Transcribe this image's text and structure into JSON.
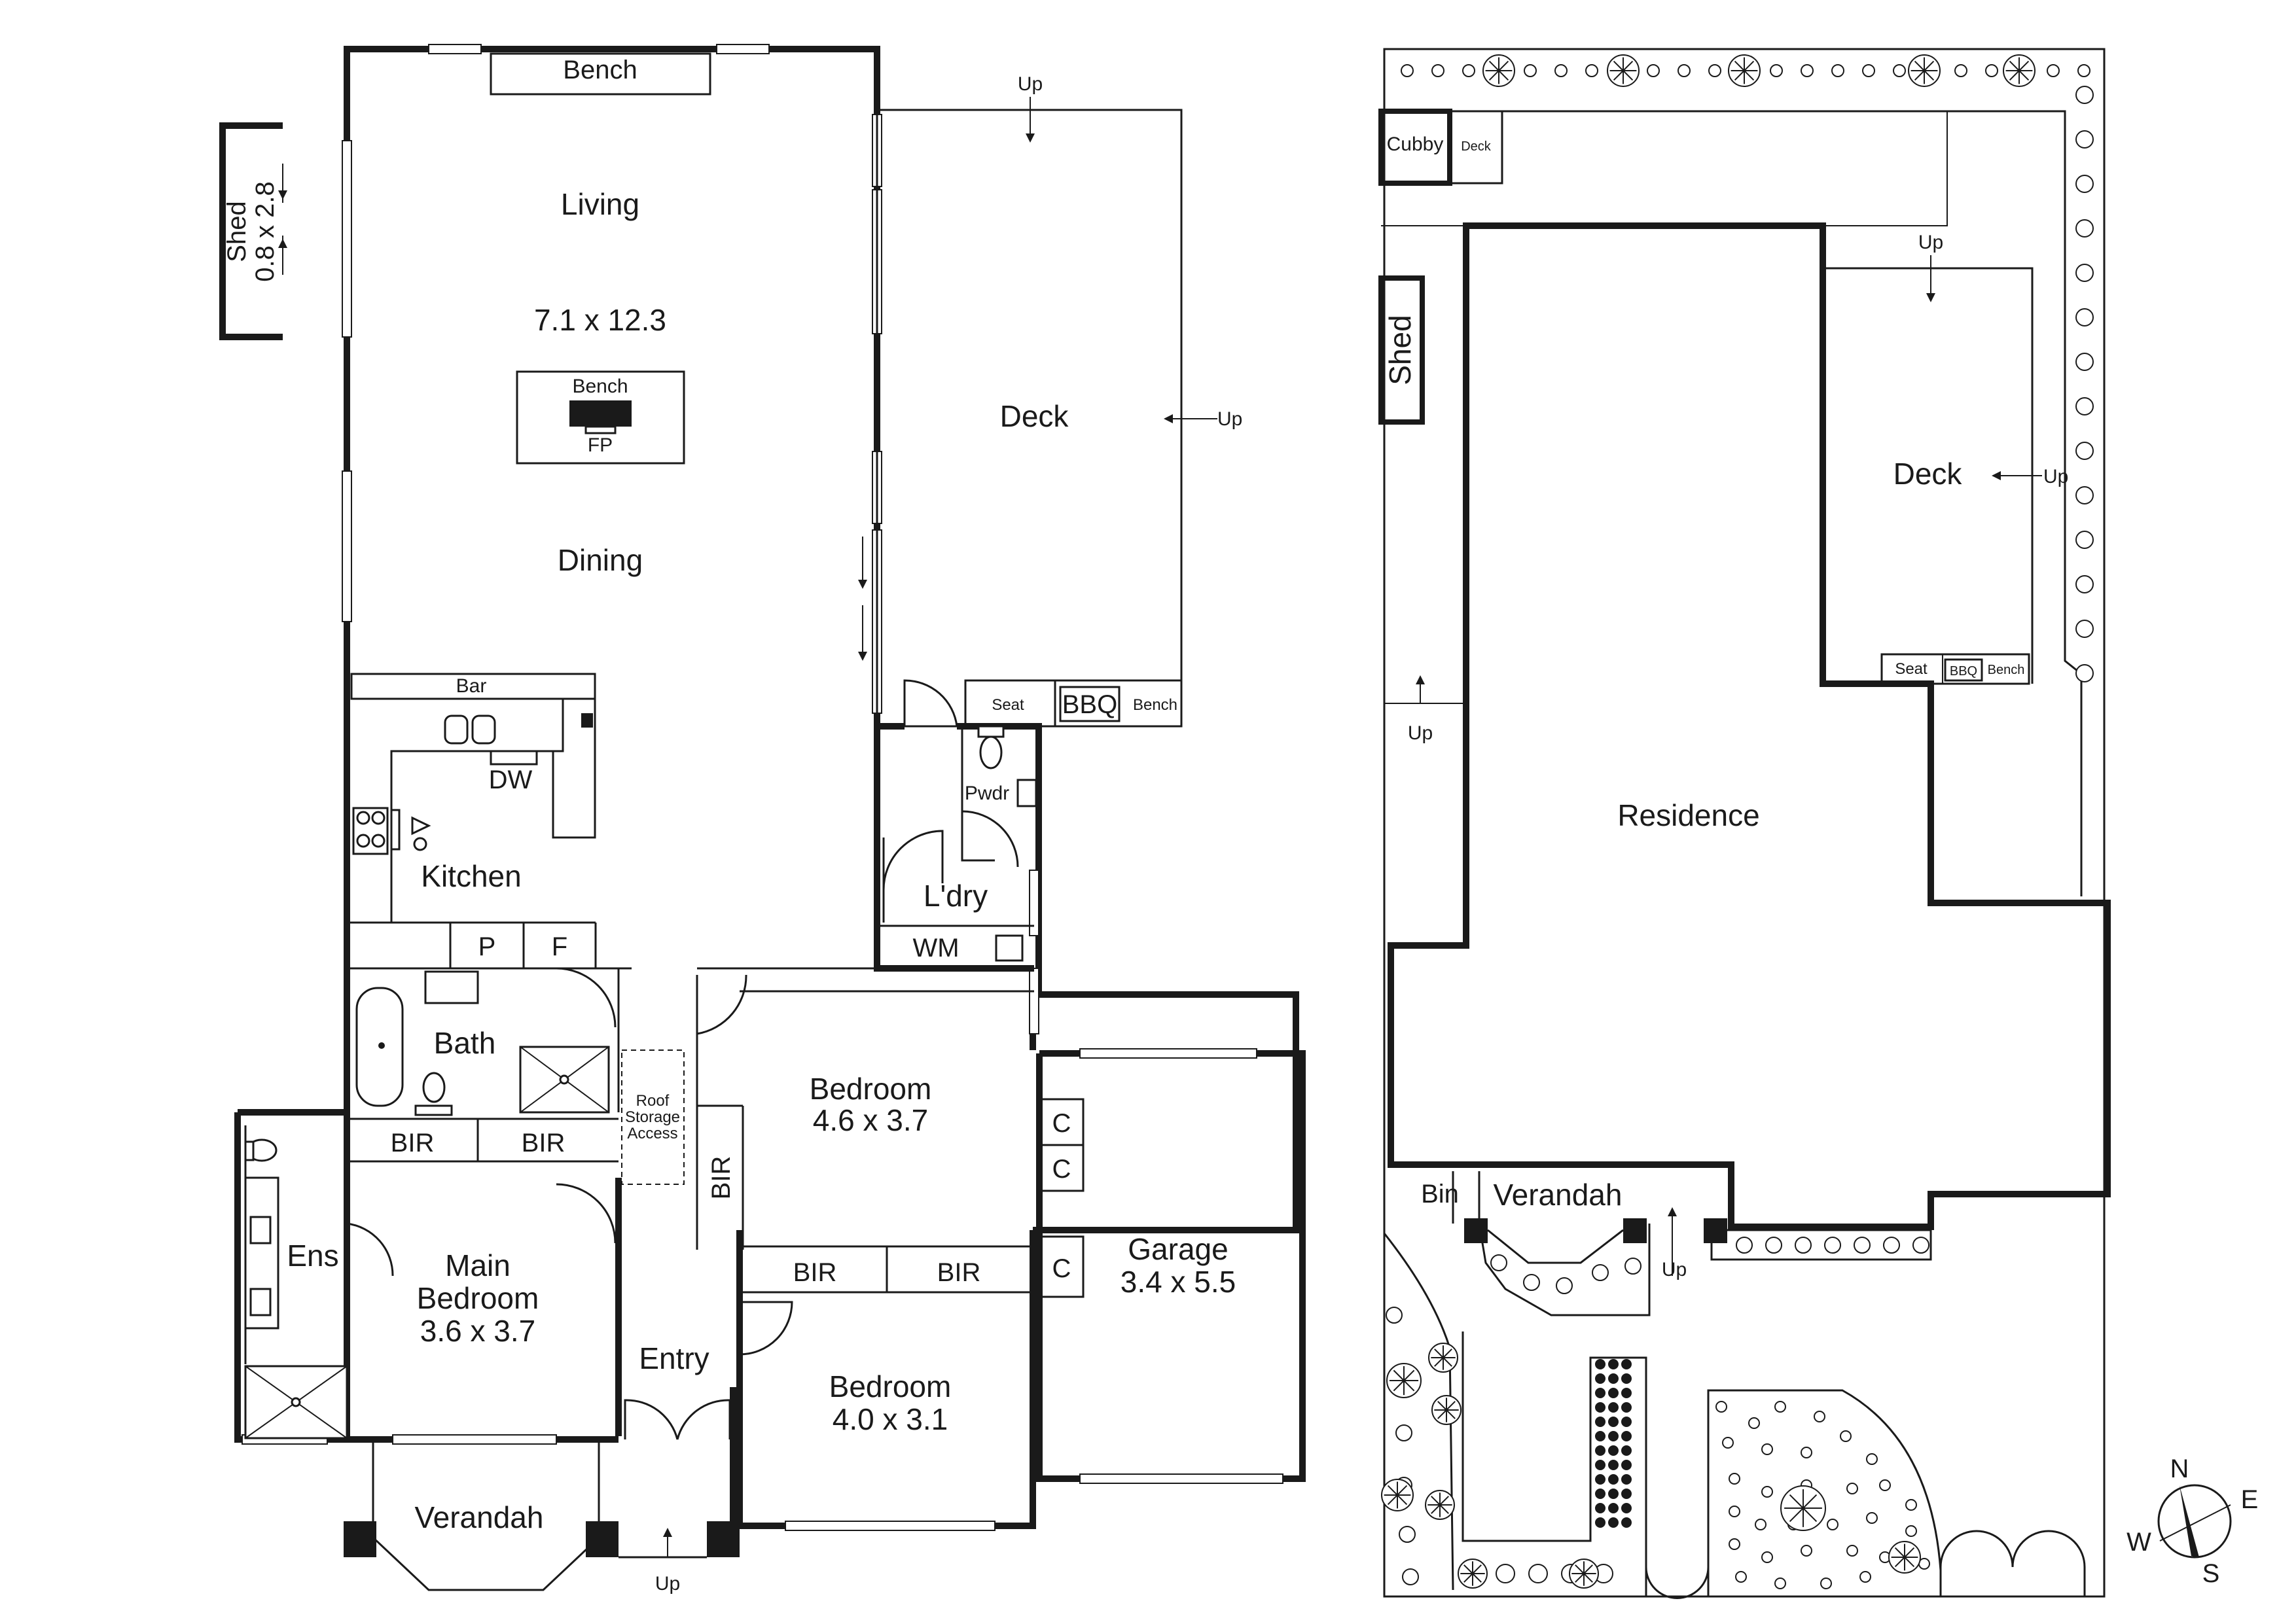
{
  "ground_floor": {
    "shed": {
      "name": "Shed",
      "dims": "0.8 x 2.8"
    },
    "living": {
      "bench_top": "Bench",
      "living": "Living",
      "dims": "7.1 x 12.3",
      "bench": "Bench",
      "fp": "FP",
      "dining": "Dining"
    },
    "deck": {
      "label": "Deck",
      "up_top": "Up",
      "up_right": "Up",
      "seat": "Seat",
      "bbq": "BBQ",
      "bench": "Bench"
    },
    "kitchen": {
      "label": "Kitchen",
      "bar": "Bar",
      "dw": "DW",
      "p": "P",
      "f": "F"
    },
    "powder": "Pwdr",
    "laundry": {
      "label": "L'dry",
      "wm": "WM"
    },
    "bath": "Bath",
    "bir_1": "BIR",
    "bir_2": "BIR",
    "roof_access": [
      "Roof",
      "Storage",
      "Access"
    ],
    "bedroom_2": {
      "label": "Bedroom",
      "dims": "4.6 x 3.7",
      "bir": "BIR"
    },
    "ensuite": "Ens",
    "main_bedroom": {
      "line1": "Main",
      "line2": "Bedroom",
      "dims": "3.6 x 3.7"
    },
    "entry": "Entry",
    "bedroom_3": {
      "label": "Bedroom",
      "dims": "4.0 x 3.1",
      "bir_1": "BIR",
      "bir_2": "BIR"
    },
    "garage": {
      "label": "Garage",
      "dims": "3.4 x 5.5",
      "c1": "C",
      "c2": "C",
      "c3": "C"
    },
    "verandah": {
      "label": "Verandah",
      "up": "Up"
    }
  },
  "site_plan": {
    "cubby": "Cubby",
    "cubby_deck": "Deck",
    "shed": "Shed",
    "up_left": "Up",
    "up_top": "Up",
    "deck": "Deck",
    "deck_up": "Up",
    "seat": "Seat",
    "bbq": "BBQ",
    "bench": "Bench",
    "residence": "Residence",
    "bin": "Bin",
    "verandah": "Verandah",
    "verandah_up": "Up"
  },
  "compass": {
    "n": "N",
    "e": "E",
    "s": "S",
    "w": "W"
  }
}
